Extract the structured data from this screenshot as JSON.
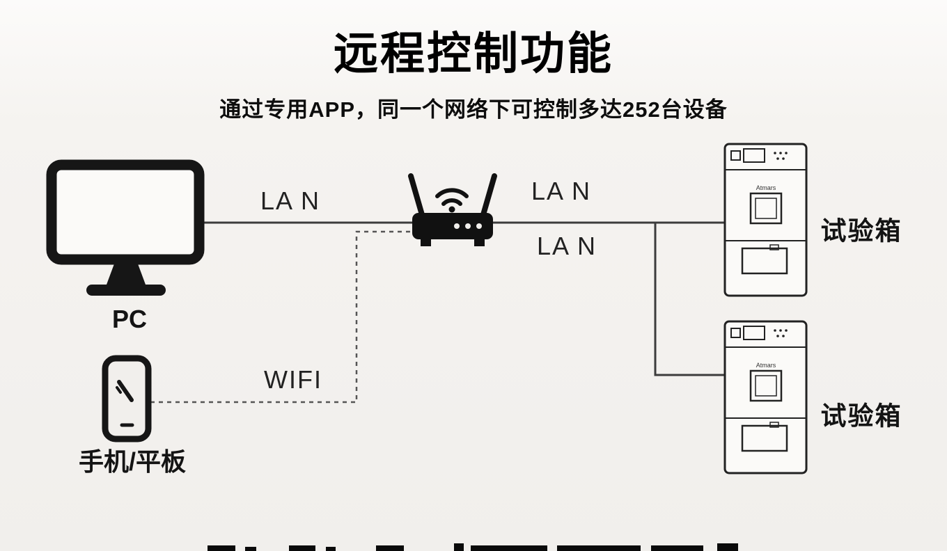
{
  "header": {
    "title": "远程控制功能",
    "subtitle": "通过专用APP，同一个网络下可控制多达252台设备"
  },
  "diagram": {
    "pc_label": "PC",
    "phone_label": "手机/平板",
    "wifi_label": "WIFI",
    "lan_labels": [
      "LA N",
      "LA N",
      "LA N"
    ],
    "chamber_labels": [
      "试验箱",
      "试验箱"
    ],
    "chamber_brand": "Atmars"
  },
  "colors": {
    "background": "#f1efec",
    "ink": "#161616",
    "connection_line": "#3c3c3c"
  }
}
